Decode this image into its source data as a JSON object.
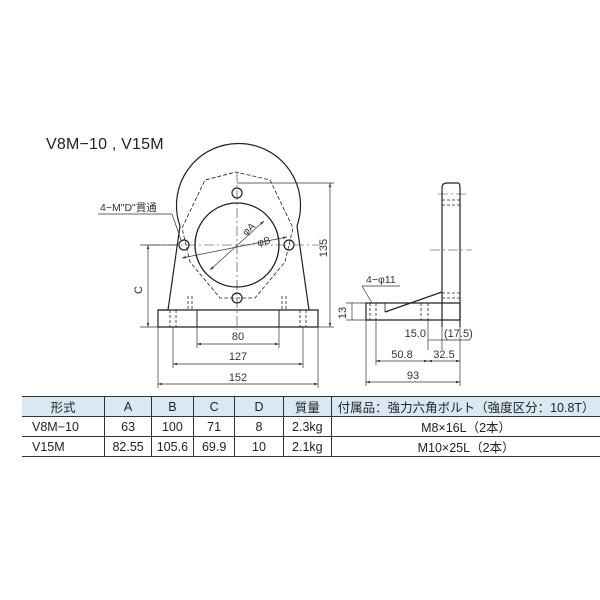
{
  "title": "V8M−10 , V15M",
  "drawing": {
    "front_view": {
      "callout_tapped_holes": "4−M\"D\"貫通",
      "label_phi_a": "φA",
      "label_phi_b": "φB",
      "label_c": "C",
      "dim_height": "135",
      "dim_80": "80",
      "dim_127": "127",
      "dim_152": "152"
    },
    "side_view": {
      "callout_holes": "4−φ11",
      "dim_13": "13",
      "dim_15": "15.0",
      "dim_17_5": "(17.5)",
      "dim_50_8": "50.8",
      "dim_32_5": "32.5",
      "dim_93": "93"
    }
  },
  "table": {
    "headers": {
      "model": "形式",
      "a": "A",
      "b": "B",
      "c": "C",
      "d": "D",
      "mass": "質量",
      "accessory": "付属品：強力六角ボルト（強度区分：10.8T）"
    },
    "rows": [
      {
        "model": "V8M−10",
        "a": "63",
        "b": "100",
        "c": "71",
        "d": "8",
        "mass": "2.3kg",
        "accessory": "M8×16L（2本）"
      },
      {
        "model": "V15M",
        "a": "82.55",
        "b": "105.6",
        "c": "69.9",
        "d": "10",
        "mass": "2.1kg",
        "accessory": "M10×25L（2本）"
      }
    ],
    "header_bg": "#d9e8f3"
  }
}
